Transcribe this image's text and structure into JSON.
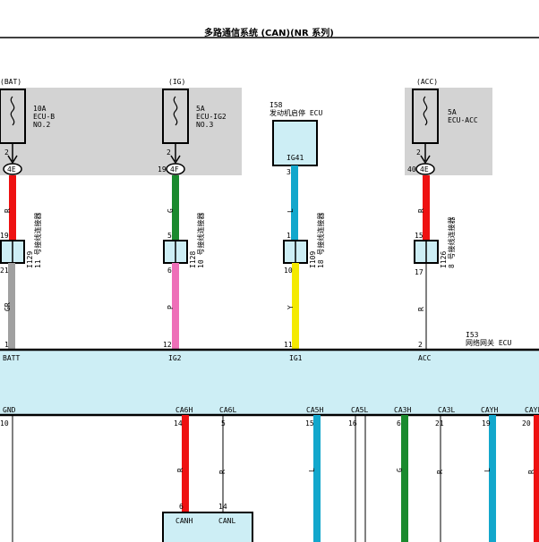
{
  "title": "多路通信系统 (CAN)(NR 系列)",
  "fuses": [
    {
      "source": "(BAT)",
      "amp": "10A",
      "name": "ECU-B",
      "no": "NO.2",
      "pin": "2",
      "junction": "4E",
      "jpin": ""
    },
    {
      "source": "(IG)",
      "amp": "5A",
      "name": "ECU-IG2",
      "no": "NO.3",
      "pin": "2",
      "junction": "4F",
      "jpin": "19"
    },
    {
      "source": "(ACC)",
      "amp": "5A",
      "name": "ECU-ACC",
      "no": "",
      "pin": "2",
      "junction": "4E",
      "jpin": "40"
    }
  ],
  "engine_ecu": {
    "id": "I58",
    "name": "发动机启停 ECU",
    "pin_label": "IG41",
    "pin": "3"
  },
  "connectors": [
    {
      "id": "I129",
      "name": "11 号接线连接器",
      "in": "19",
      "out": "21"
    },
    {
      "id": "I128",
      "name": "10 号接线连接器",
      "in": "5",
      "out": "6"
    },
    {
      "id": "I109",
      "name": "18 号接线连接器",
      "in": "1",
      "out": "10"
    },
    {
      "id": "I126",
      "name": "8 号接线连接器",
      "in": "15",
      "out": "17"
    }
  ],
  "wire_colors": {
    "c1a": "R",
    "c1b": "GR",
    "c2a": "G",
    "c2b": "P",
    "c3a": "L",
    "c3b": "Y",
    "c4a": "R",
    "c4b": "R"
  },
  "gateway": {
    "id": "I53",
    "name": "网络网关 ECU"
  },
  "gateway_pins_top": [
    {
      "num": "1",
      "label": "BATT"
    },
    {
      "num": "12",
      "label": "IG2"
    },
    {
      "num": "11",
      "label": "IG1"
    },
    {
      "num": "2",
      "label": "ACC"
    }
  ],
  "gateway_pins_bottom": [
    {
      "num": "10",
      "label": "GND"
    },
    {
      "num": "14",
      "label": "CA6H"
    },
    {
      "num": "5",
      "label": "CA6L"
    },
    {
      "num": "15",
      "label": "CA5H"
    },
    {
      "num": "16",
      "label": "CA5L"
    },
    {
      "num": "6",
      "label": "CA3H"
    },
    {
      "num": "21",
      "label": "CA3L"
    },
    {
      "num": "19",
      "label": "CAYH"
    },
    {
      "num": "20",
      "label": "CAYL"
    }
  ],
  "bottom_wire_colors": [
    "R",
    "R",
    "L",
    "G",
    "R",
    "L",
    "R"
  ],
  "bottom_connector": {
    "h_label": "CANH",
    "l_label": "CANL",
    "h_pin": "6",
    "l_pin": "14"
  },
  "colors": {
    "fuse_box": "#d3d3d3",
    "ecu_fill": "#cdeef5",
    "red": "#ee1111",
    "green": "#1a8a2e",
    "pink": "#ee6fb8",
    "yellow": "#f4ea00",
    "gray": "#a0a0a0",
    "blue": "#12a7cc"
  }
}
